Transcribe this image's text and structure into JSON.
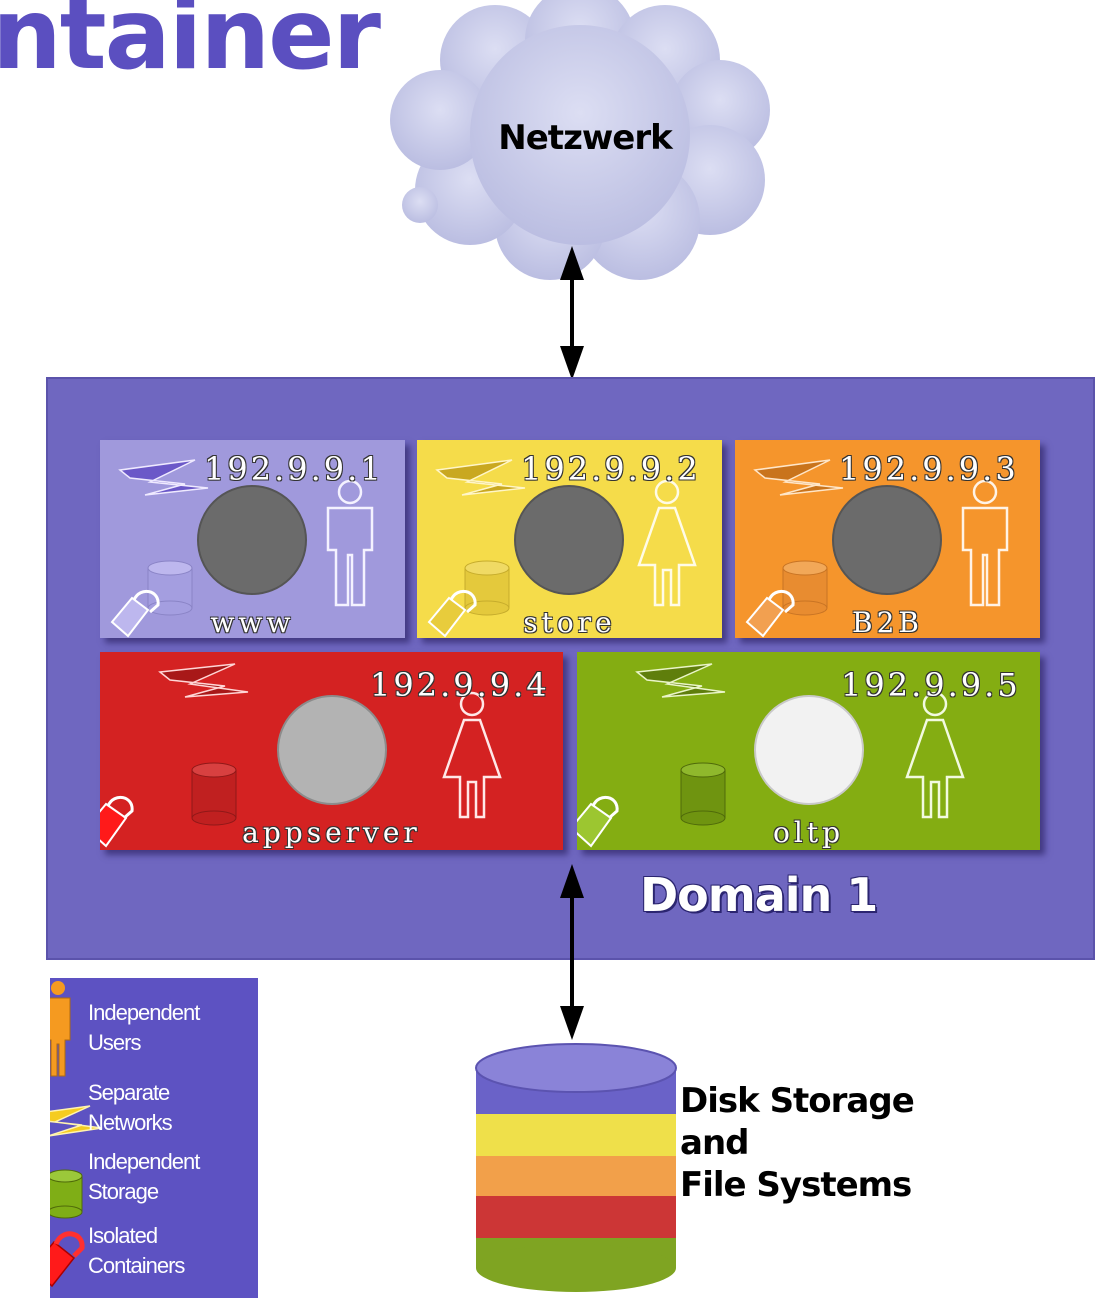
{
  "title": "ntainer",
  "network": {
    "label": "Netzwerk"
  },
  "domain": {
    "label": "Domain 1"
  },
  "containers": [
    {
      "ip": "192.9.9.1",
      "name": "www",
      "color": "#a099dc",
      "disk_color": "#a49ee0",
      "person": "male",
      "globe": "#6b6b6b"
    },
    {
      "ip": "192.9.9.2",
      "name": "store",
      "color": "#f5dc4a",
      "disk_color": "#e4c93c",
      "person": "female",
      "globe": "#6b6b6b"
    },
    {
      "ip": "192.9.9.3",
      "name": "B2B",
      "color": "#f5952c",
      "disk_color": "#e88c30",
      "person": "male",
      "globe": "#6b6b6b"
    },
    {
      "ip": "192.9.9.4",
      "name": "appserver",
      "color": "#d42222",
      "disk_color": "#c02020",
      "person": "female",
      "globe": "#b3b3b3"
    },
    {
      "ip": "192.9.9.5",
      "name": "oltp",
      "color": "#84ad12",
      "disk_color": "#6f9410",
      "person": "female",
      "globe": "#f2f2f2"
    }
  ],
  "legend": [
    {
      "icon": "person-icon",
      "lines": [
        "Independent",
        "Users"
      ]
    },
    {
      "icon": "lightning-icon",
      "lines": [
        "Separate",
        "Networks"
      ]
    },
    {
      "icon": "cylinder-icon",
      "lines": [
        "Independent",
        "Storage"
      ]
    },
    {
      "icon": "lock-icon",
      "lines": [
        "Isolated",
        "Containers"
      ]
    }
  ],
  "storage": {
    "lines": [
      "Disk Storage",
      "and",
      "File Systems"
    ]
  },
  "colors": {
    "domain": "#6f67c0",
    "title": "#5b4fc0",
    "legend": "#5d52c2",
    "cloud": "#c9cbe9"
  }
}
